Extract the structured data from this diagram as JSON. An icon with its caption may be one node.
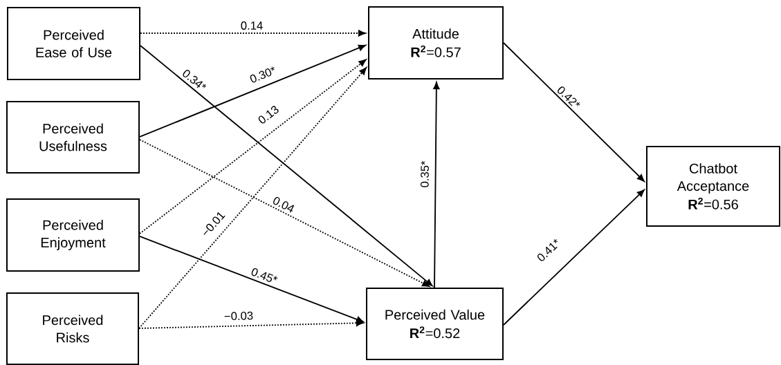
{
  "diagram": {
    "nodes": [
      {
        "text": [
          "Perceived Ease of Use"
        ]
      },
      {
        "text": [
          "Perceived Usefulness"
        ]
      },
      {
        "text": [
          "Perceived Enjoyment"
        ]
      },
      {
        "text": [
          "Perceived Risks"
        ]
      },
      {
        "text": [
          "Attitude",
          "**R$^{2}$**=0.57"
        ]
      },
      {
        "text": [
          "Perceived Value",
          "**R$^{2}$**=0.52"
        ]
      },
      {
        "text": [
          "Chatbot Acceptance",
          "**R$^{2}$**=0.56"
        ]
      }
    ],
    "edges": [
      {
        "from": 0,
        "to": 4,
        "arrow": "to",
        "label": "0.14",
        "style": "dashed"
      },
      {
        "from": 0,
        "to": 5,
        "arrow": "to",
        "label": "0.34*"
      },
      {
        "from": 1,
        "to": 4,
        "arrow": "to",
        "label": "0.30*"
      },
      {
        "from": 1,
        "to": 5,
        "arrow": "to",
        "label": "0.04",
        "style": "dashed"
      },
      {
        "from": 2,
        "to": 4,
        "arrow": "to",
        "label": "0.13",
        "style": "dashed"
      },
      {
        "from": 2,
        "to": 5,
        "arrow": "to",
        "label": "0.45*"
      },
      {
        "from": 3,
        "to": 4,
        "arrow": "to",
        "label": "−0.01",
        "style": "dashed"
      },
      {
        "from": 3,
        "to": 5,
        "arrow": "to",
        "label": "−0.03",
        "style": "dashed"
      },
      {
        "from": 5,
        "to": 4,
        "arrow": "to",
        "label": "0.35*"
      },
      {
        "from": 4,
        "to": 6,
        "arrow": "to",
        "label": "0.42*"
      },
      {
        "from": 5,
        "to": 6,
        "arrow": "to",
        "label": "0.41*"
      }
    ]
  }
}
